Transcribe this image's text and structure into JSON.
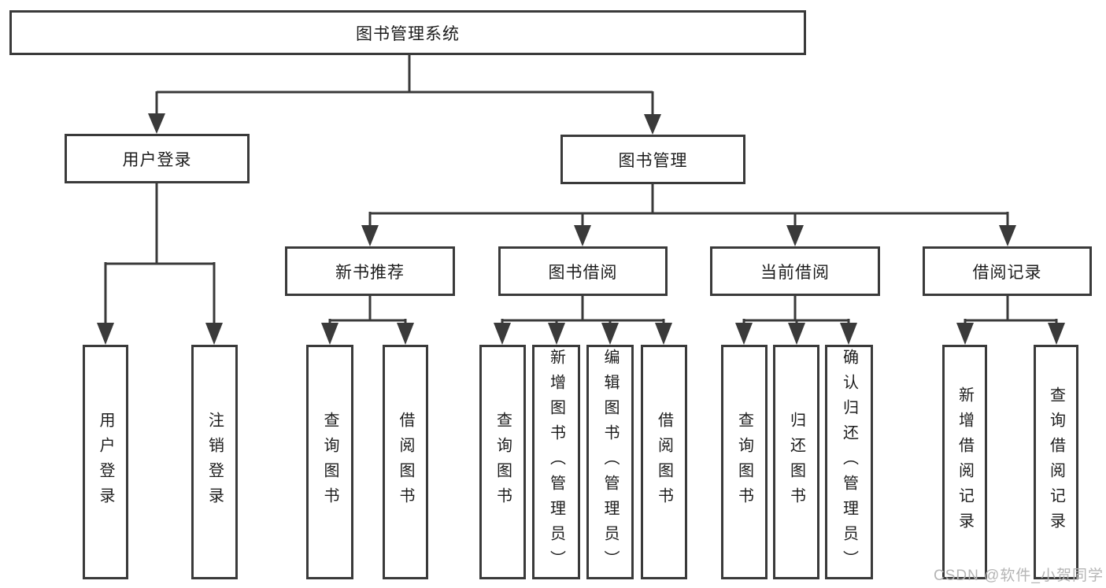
{
  "diagram_type": "hierarchy-tree",
  "colors": {
    "line": "#3a3a3a",
    "box_border": "#3a3a3a",
    "text": "#1c1c1c",
    "watermark": "#b5b5b5",
    "background": "#ffffff"
  },
  "tree": {
    "label": "图书管理系统",
    "children": [
      {
        "label": "用户登录",
        "children": [
          {
            "label": "用户登录"
          },
          {
            "label": "注销登录"
          }
        ]
      },
      {
        "label": "图书管理",
        "children": [
          {
            "label": "新书推荐",
            "children": [
              {
                "label": "查询图书"
              },
              {
                "label": "借阅图书"
              }
            ]
          },
          {
            "label": "图书借阅",
            "children": [
              {
                "label": "查询图书"
              },
              {
                "label": "新增图书（管理员）"
              },
              {
                "label": "编辑图书（管理员）"
              },
              {
                "label": "借阅图书"
              }
            ]
          },
          {
            "label": "当前借阅",
            "children": [
              {
                "label": "查询图书"
              },
              {
                "label": "归还图书"
              },
              {
                "label": "确认归还（管理员）"
              }
            ]
          },
          {
            "label": "借阅记录",
            "children": [
              {
                "label": "新增借阅记录"
              },
              {
                "label": "查询借阅记录"
              }
            ]
          }
        ]
      }
    ]
  },
  "watermark": {
    "text": "CSDN @软件_小贺同学"
  }
}
